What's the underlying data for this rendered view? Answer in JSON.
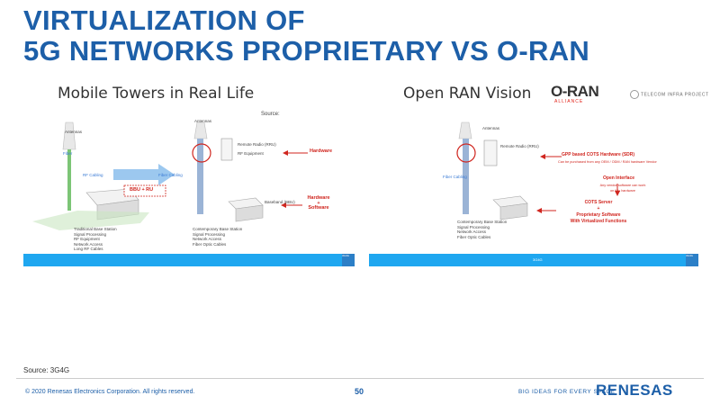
{
  "title": {
    "line1": "VIRTUALIZATION OF",
    "line2": "5G NETWORKS PROPRIETARY VS O-RAN"
  },
  "left_panel": {
    "heading": "Mobile Towers in Real Life",
    "source_label": "Source:",
    "antenna_label": "Antennas",
    "fiber_left": "Fiber",
    "rf_cabling": "RF Cabling",
    "fiber_cabling": "Fiber Cabling",
    "bbu_ru": "BBU + RU",
    "remote_radio": "Remote Radio (RRU)",
    "rf_equipment": "RF Equipment",
    "hardware": "Hardware",
    "baseband": "Baseband (BBU)",
    "hardware_software": [
      "Hardware",
      "+",
      "Software"
    ],
    "traditional_bs": "Traditional Base Station",
    "traditional_items": [
      "Signal Processing",
      "RF Equipment",
      "Network Access",
      "Long RF Cables"
    ],
    "contemporary_bs": "Contemporary Base Station",
    "contemporary_items": [
      "Signal Processing",
      "Network Access",
      "Fiber Optic Cables"
    ],
    "bar_tag": "3G4G"
  },
  "right_panel": {
    "heading": "Open RAN Vision",
    "oran_logo": "O-RAN",
    "oran_sub": "ALLIANCE",
    "tip_logo": "TELECOM INFRA PROJECT",
    "antenna_label": "Antennas",
    "fiber_cabling": "Fiber Cabling",
    "remote_radio": "Remote Radio (RRU)",
    "gpp_hw": "GPP based COTS Hardware (SDR)",
    "gpp_hw_sub": "Can be purchased from any OEM / ODM / RAN hardware Vendor",
    "open_interface": "Open Interface",
    "open_interface_sub": [
      "Any vendor software can work",
      "on this hardware"
    ],
    "cots_server": "COTS Server",
    "plus": "+",
    "proprietary_sw": "Proprietary Software",
    "virtualized": "With Virtualized Functions",
    "contemporary_bs": "Contemporary Base Station",
    "contemporary_items": [
      "Signal Processing",
      "Network Access",
      "Fiber Optic Cables"
    ],
    "bar_mid": "3G4G",
    "bar_tag": "3G4G"
  },
  "source_note": "Source: 3G4G",
  "footer": {
    "copyright": "© 2020 Renesas Electronics Corporation. All rights reserved.",
    "page_number": "50",
    "tagline": "BIG IDEAS FOR EVERY SPACE",
    "brand": "RENESAS"
  },
  "colors": {
    "title_blue": "#1d5fa8",
    "bar_blue": "#1fa7f0",
    "accent_red": "#d0261f",
    "pole_green": "#7cc576"
  }
}
